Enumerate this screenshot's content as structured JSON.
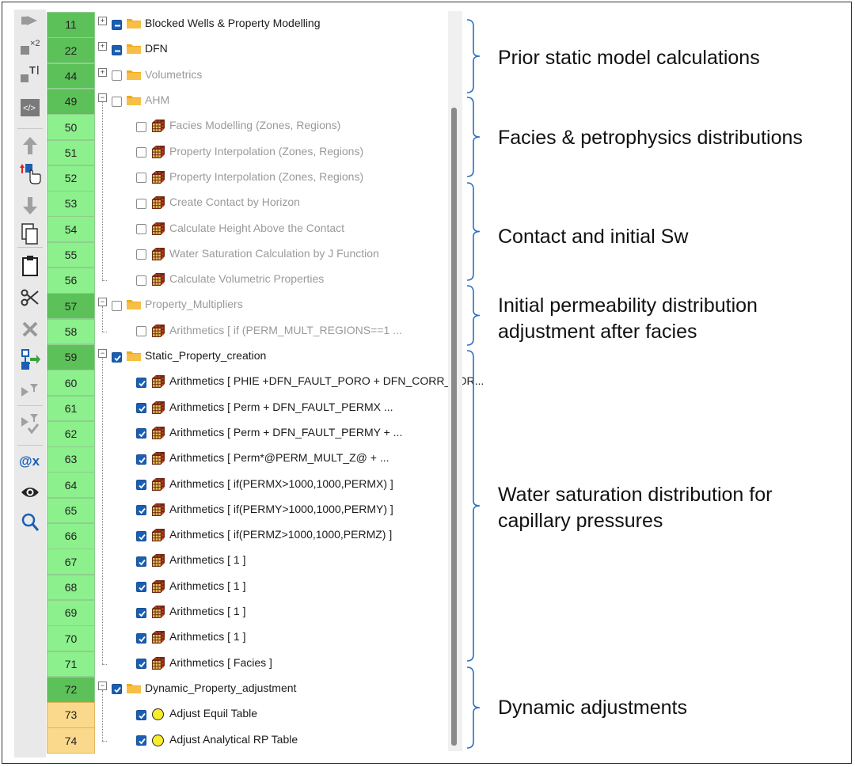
{
  "tree_rows": [
    {
      "num": "11",
      "label": "Blocked Wells & Property Modelling",
      "type": "folder",
      "level": 0,
      "check": "partial",
      "expander": "+",
      "enabled": true,
      "num_color": "#5cc158"
    },
    {
      "num": "22",
      "label": "DFN",
      "type": "folder",
      "level": 0,
      "check": "partial",
      "expander": "+",
      "enabled": true,
      "num_color": "#5cc158"
    },
    {
      "num": "44",
      "label": "Volumetrics",
      "type": "folder",
      "level": 0,
      "check": "off",
      "expander": "+",
      "enabled": false,
      "num_color": "#5cc158"
    },
    {
      "num": "49",
      "label": "AHM",
      "type": "folder",
      "level": 0,
      "check": "off",
      "expander": "-",
      "enabled": false,
      "num_color": "#5cc158"
    },
    {
      "num": "50",
      "label": "Facies Modelling (Zones, Regions)",
      "type": "cube",
      "level": 1,
      "check": "off",
      "enabled": false,
      "num_color": "#8cf08c"
    },
    {
      "num": "51",
      "label": "Property Interpolation (Zones, Regions)",
      "type": "cube",
      "level": 1,
      "check": "off",
      "enabled": false,
      "num_color": "#8cf08c"
    },
    {
      "num": "52",
      "label": "Property Interpolation (Zones, Regions)",
      "type": "cube",
      "level": 1,
      "check": "off",
      "enabled": false,
      "num_color": "#8cf08c"
    },
    {
      "num": "53",
      "label": "Create Contact by Horizon",
      "type": "cube",
      "level": 1,
      "check": "off",
      "enabled": false,
      "num_color": "#8cf08c"
    },
    {
      "num": "54",
      "label": "Calculate Height Above the Contact",
      "type": "cube",
      "level": 1,
      "check": "off",
      "enabled": false,
      "num_color": "#8cf08c"
    },
    {
      "num": "55",
      "label": "Water Saturation Calculation by J Function",
      "type": "cube",
      "level": 1,
      "check": "off",
      "enabled": false,
      "num_color": "#8cf08c"
    },
    {
      "num": "56",
      "label": "Calculate Volumetric Properties",
      "type": "cube",
      "level": 1,
      "check": "off",
      "enabled": false,
      "num_color": "#8cf08c"
    },
    {
      "num": "57",
      "label": "Property_Multipliers",
      "type": "folder",
      "level": 0,
      "check": "off",
      "expander": "-",
      "enabled": false,
      "num_color": "#5cc158"
    },
    {
      "num": "58",
      "label": "Arithmetics [ if (PERM_MULT_REGIONS==1  ...",
      "type": "cube",
      "level": 1,
      "check": "off",
      "enabled": false,
      "num_color": "#8cf08c"
    },
    {
      "num": "59",
      "label": "Static_Property_creation",
      "type": "folder",
      "level": 0,
      "check": "on",
      "expander": "-",
      "enabled": true,
      "num_color": "#5cc158"
    },
    {
      "num": "60",
      "label": "Arithmetics [ PHIE +DFN_FAULT_PORO + DFN_CORR_POR...",
      "type": "cube",
      "level": 1,
      "check": "on",
      "enabled": true,
      "num_color": "#8cf08c"
    },
    {
      "num": "61",
      "label": "Arithmetics [ Perm + DFN_FAULT_PERMX ...",
      "type": "cube",
      "level": 1,
      "check": "on",
      "enabled": true,
      "num_color": "#8cf08c"
    },
    {
      "num": "62",
      "label": "Arithmetics [ Perm + DFN_FAULT_PERMY + ...",
      "type": "cube",
      "level": 1,
      "check": "on",
      "enabled": true,
      "num_color": "#8cf08c"
    },
    {
      "num": "63",
      "label": "Arithmetics [ Perm*@PERM_MULT_Z@ + ...",
      "type": "cube",
      "level": 1,
      "check": "on",
      "enabled": true,
      "num_color": "#8cf08c"
    },
    {
      "num": "64",
      "label": "Arithmetics [ if(PERMX>1000,1000,PERMX) ]",
      "type": "cube",
      "level": 1,
      "check": "on",
      "enabled": true,
      "num_color": "#8cf08c"
    },
    {
      "num": "65",
      "label": "Arithmetics [ if(PERMY>1000,1000,PERMY) ]",
      "type": "cube",
      "level": 1,
      "check": "on",
      "enabled": true,
      "num_color": "#8cf08c"
    },
    {
      "num": "66",
      "label": "Arithmetics [ if(PERMZ>1000,1000,PERMZ) ]",
      "type": "cube",
      "level": 1,
      "check": "on",
      "enabled": true,
      "num_color": "#8cf08c"
    },
    {
      "num": "67",
      "label": "Arithmetics [ 1 ]",
      "type": "cube",
      "level": 1,
      "check": "on",
      "enabled": true,
      "num_color": "#8cf08c"
    },
    {
      "num": "68",
      "label": "Arithmetics [ 1 ]",
      "type": "cube",
      "level": 1,
      "check": "on",
      "enabled": true,
      "num_color": "#8cf08c"
    },
    {
      "num": "69",
      "label": "Arithmetics [ 1 ]",
      "type": "cube",
      "level": 1,
      "check": "on",
      "enabled": true,
      "num_color": "#8cf08c"
    },
    {
      "num": "70",
      "label": "Arithmetics [ 1 ]",
      "type": "cube",
      "level": 1,
      "check": "on",
      "enabled": true,
      "num_color": "#8cf08c"
    },
    {
      "num": "71",
      "label": "Arithmetics [ Facies ]",
      "type": "cube",
      "level": 1,
      "check": "on",
      "enabled": true,
      "num_color": "#8cf08c"
    },
    {
      "num": "72",
      "label": "Dynamic_Property_adjustment",
      "type": "folder",
      "level": 0,
      "check": "on",
      "expander": "-",
      "enabled": true,
      "num_color": "#5cc158"
    },
    {
      "num": "73",
      "label": "Adjust Equil Table",
      "type": "circle",
      "level": 1,
      "check": "on",
      "enabled": true,
      "num_color": "#fbd98c"
    },
    {
      "num": "74",
      "label": "Adjust Analytical RP Table",
      "type": "circle",
      "level": 1,
      "check": "on",
      "enabled": true,
      "num_color": "#fbd98c"
    }
  ],
  "toolbar": [
    {
      "name": "run-icon",
      "glyph": "⇨"
    },
    {
      "name": "duplicate-x2-icon",
      "glyph": "×2"
    },
    {
      "name": "rename-text-icon",
      "glyph": "TI"
    },
    {
      "name": "code-icon",
      "glyph": "</>"
    },
    {
      "name": "move-up-icon",
      "glyph": "↑"
    },
    {
      "name": "move-pointer-icon",
      "glyph": "☝"
    },
    {
      "name": "move-down-icon",
      "glyph": "↓"
    },
    {
      "name": "copy-icon",
      "glyph": "⧉"
    },
    {
      "name": "paste-icon",
      "glyph": "📋"
    },
    {
      "name": "cut-icon",
      "glyph": "✂"
    },
    {
      "name": "delete-icon",
      "glyph": "✕"
    },
    {
      "name": "transfer-icon",
      "glyph": "⇄"
    },
    {
      "name": "filter-run-icon",
      "glyph": "▸"
    },
    {
      "name": "filter-check-icon",
      "glyph": "▸"
    },
    {
      "name": "variable-icon",
      "glyph": "@x"
    },
    {
      "name": "eye-icon",
      "glyph": "👁"
    },
    {
      "name": "search-icon",
      "glyph": "🔍"
    }
  ],
  "annotations": [
    {
      "text": "Prior static model calculations"
    },
    {
      "text": "Facies & petrophysics distributions"
    },
    {
      "text": "Contact and initial Sw"
    },
    {
      "text": "Initial permeability distribution adjustment after facies"
    },
    {
      "text": "Water saturation distribution for capillary pressures"
    },
    {
      "text": "Dynamic adjustments"
    }
  ],
  "colors": {
    "accent": "#1a5fb4",
    "brace": "#2f6fc2",
    "folder": "#f3a91f"
  }
}
